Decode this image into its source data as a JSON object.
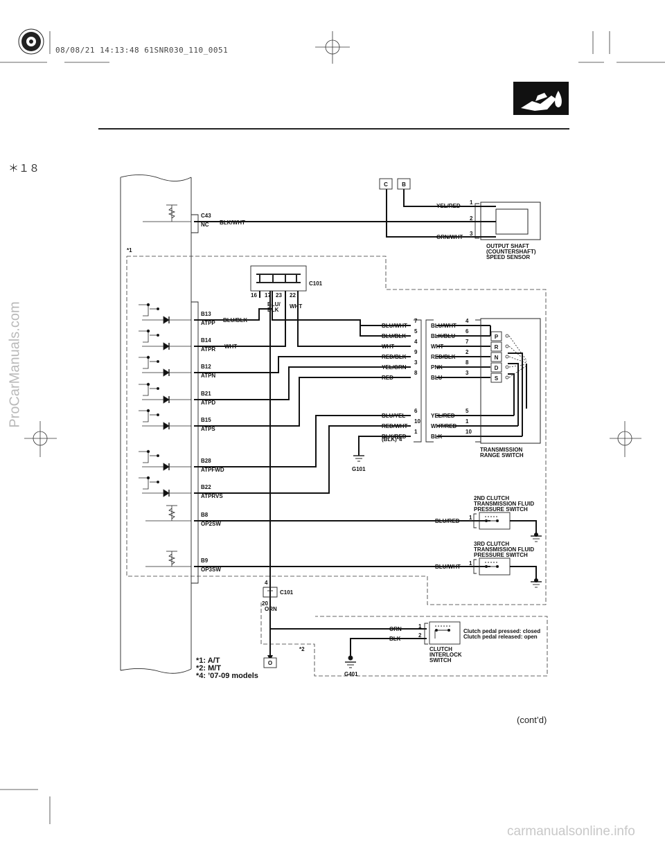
{
  "header": {
    "print_stamp": "08/08/21 14:13:48 61SNR030_110_0051"
  },
  "page_marker": "＊１８",
  "watermark_side": "ProCarManuals.com",
  "watermark_bottom": "carmanualsonline.info",
  "cont_label": "(cont’d)",
  "icon": "fuel-nozzle-icon",
  "connectors": {
    "c_label": "C",
    "b_label": "B",
    "o_label": "O"
  },
  "ecm_pins": [
    {
      "pin": "C43",
      "name": "NC"
    },
    {
      "pin": "B13",
      "name": "ATPP"
    },
    {
      "pin": "B14",
      "name": "ATPR"
    },
    {
      "pin": "B12",
      "name": "ATPN"
    },
    {
      "pin": "B21",
      "name": "ATPD"
    },
    {
      "pin": "B15",
      "name": "ATPS"
    },
    {
      "pin": "B28",
      "name": "ATPFWD"
    },
    {
      "pin": "B22",
      "name": "ATPRVS"
    },
    {
      "pin": "B8",
      "name": "OP2SW"
    },
    {
      "pin": "B9",
      "name": "OP3SW"
    }
  ],
  "wire_labels": {
    "blk_wht": "BLK/WHT",
    "yel_red_sensor": "YEL/RED",
    "grn_wht": "GRN/WHT",
    "blu_blk_b13": "BLU/BLK",
    "wht_b14": "WHT",
    "blu_blk_top": "BLU/",
    "blu_blk_bot": "BLK",
    "wht_c101": "WHT",
    "blu_red": "BLU/RED",
    "blu_wht_b9": "BLU/WHT",
    "orn_c101": "ORN",
    "orn_clutch": "ORN",
    "blk_clutch": "BLK"
  },
  "c101_pins": [
    "16",
    "17",
    "23",
    "22"
  ],
  "c101_label": "C101",
  "c101_lower": {
    "label": "C101",
    "pin_top": "4",
    "pin_bottom": "20"
  },
  "sensor": {
    "pins": [
      "1",
      "2",
      "3"
    ],
    "name": [
      "OUTPUT SHAFT",
      "(COUNTERSHAFT)",
      "SPEED SENSOR"
    ]
  },
  "trs_left": [
    {
      "wire": "BLU/WHT",
      "pin": "7"
    },
    {
      "wire": "BLU/BLK",
      "pin": "5"
    },
    {
      "wire": "WHT",
      "pin": "4"
    },
    {
      "wire": "RED/BLK",
      "pin": "9"
    },
    {
      "wire": "YEL/GRN",
      "pin": "3"
    },
    {
      "wire": "RED",
      "pin": "8"
    },
    {
      "wire": "BLU/YEL",
      "pin": "6"
    },
    {
      "wire": "RED/WHT",
      "pin": "10"
    },
    {
      "wire": "BLK/RED",
      "pin": "1"
    }
  ],
  "blk_red_note": "(BLK)*4",
  "trs_right": [
    {
      "wire": "BLU/WHT",
      "pin": "4"
    },
    {
      "wire": "BLK/BLU",
      "pin": "6"
    },
    {
      "wire": "WHT",
      "pin": "7"
    },
    {
      "wire": "RED/BLK",
      "pin": "2"
    },
    {
      "wire": "PNK",
      "pin": "8"
    },
    {
      "wire": "BLU",
      "pin": "3"
    },
    {
      "wire": "YEL/RED",
      "pin": "5"
    },
    {
      "wire": "WHT/RED",
      "pin": "1"
    },
    {
      "wire": "BLK",
      "pin": "10"
    }
  ],
  "range_positions": [
    "P",
    "R",
    "N",
    "D",
    "S"
  ],
  "trs_name": [
    "TRANSMISSION",
    "RANGE SWITCH"
  ],
  "grounds": {
    "g101": "G101",
    "g401": "G401"
  },
  "pressure_switches": [
    {
      "name": [
        "2ND CLUTCH",
        "TRANSMISSION FLUID",
        "PRESSURE SWITCH"
      ],
      "pin": "1"
    },
    {
      "name": [
        "3RD CLUTCH",
        "TRANSMISSION FLUID",
        "PRESSURE SWITCH"
      ],
      "pin": "1"
    }
  ],
  "clutch_switch": {
    "pins": [
      "1",
      "2"
    ],
    "name": [
      "CLUTCH",
      "INTERLOCK",
      "SWITCH"
    ],
    "note1": "Clutch pedal pressed: closed",
    "note2": "Clutch pedal released: open"
  },
  "star_labels": {
    "s1": "*1",
    "s2": "*2"
  },
  "legend": [
    "*1: A/T",
    "*2: M/T",
    "*4: ’07-09 models"
  ]
}
